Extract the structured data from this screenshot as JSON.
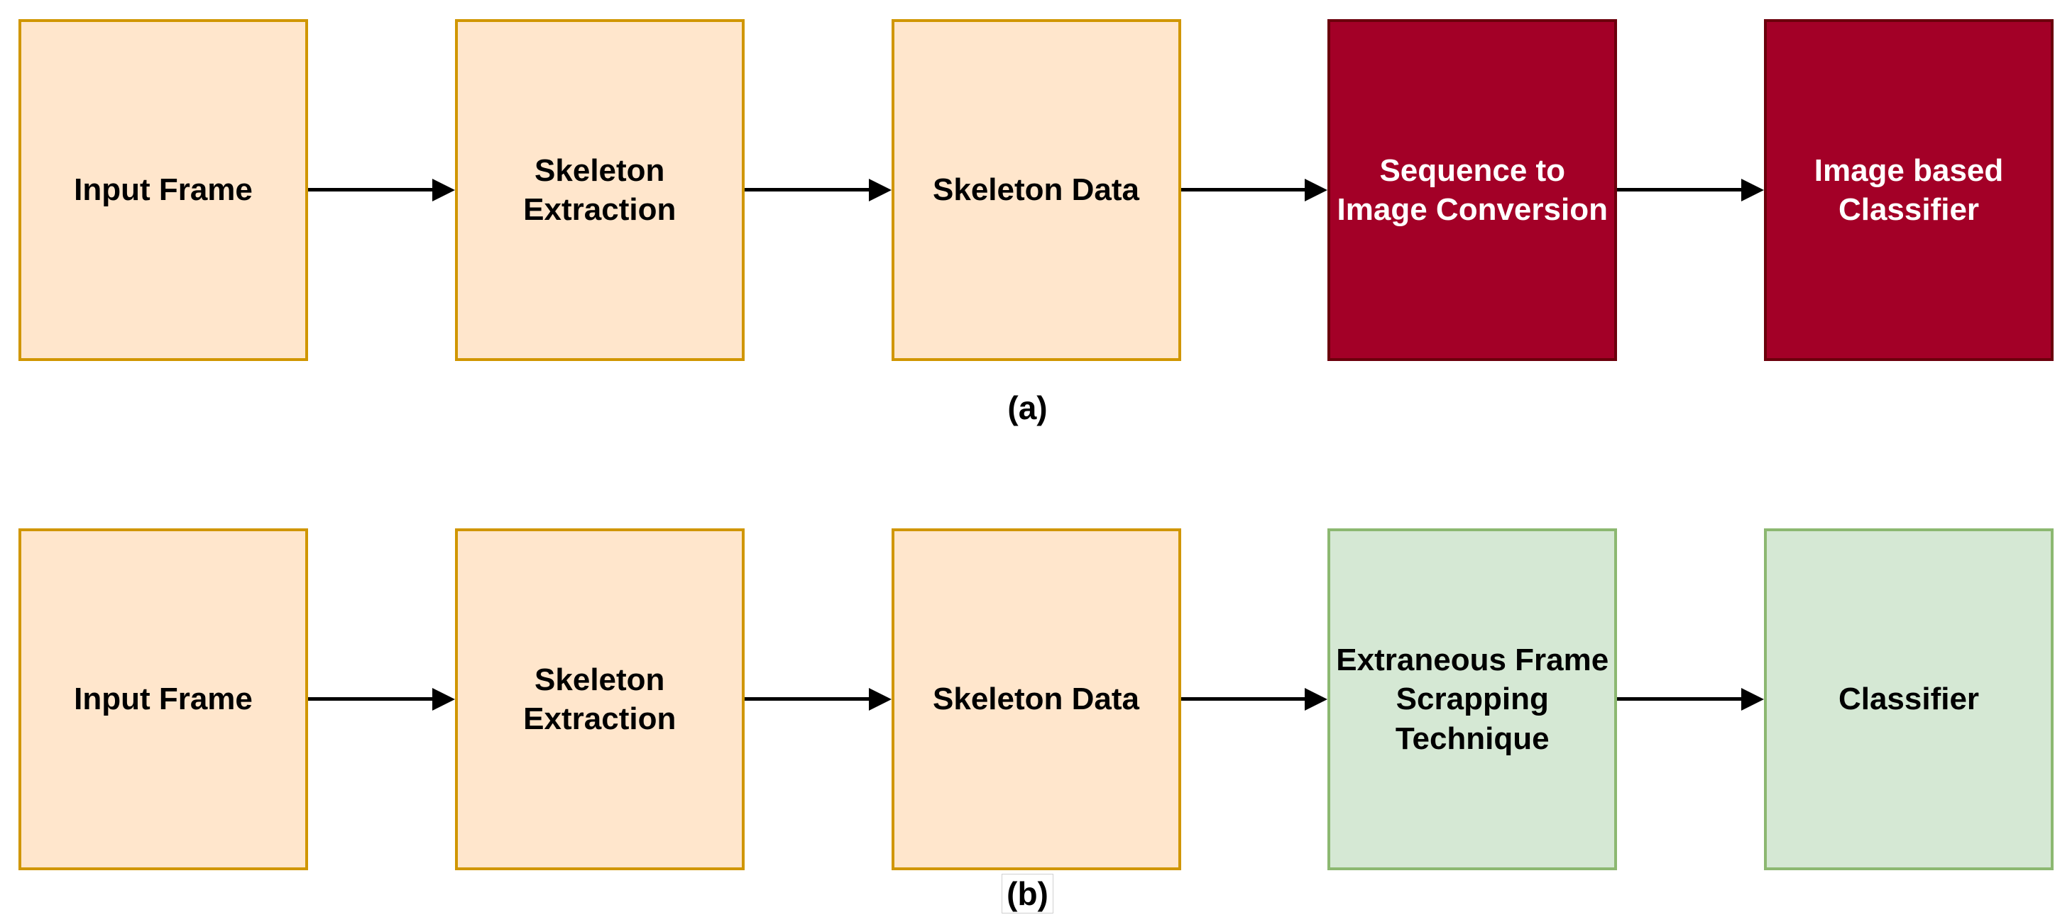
{
  "diagram": {
    "description": "Two flowchart pipelines comparing skeleton-based classification approaches",
    "rows": [
      {
        "caption": "(a)",
        "boxes": [
          {
            "label": "Input Frame",
            "style": "orange"
          },
          {
            "label": "Skeleton\nExtraction",
            "style": "orange"
          },
          {
            "label": "Skeleton Data",
            "style": "orange"
          },
          {
            "label": "Sequence to\nImage Conversion",
            "style": "red"
          },
          {
            "label": "Image based\nClassifier",
            "style": "red"
          }
        ]
      },
      {
        "caption": "(b)",
        "boxes": [
          {
            "label": "Input Frame",
            "style": "orange"
          },
          {
            "label": "Skeleton\nExtraction",
            "style": "orange"
          },
          {
            "label": "Skeleton Data",
            "style": "orange"
          },
          {
            "label": "Extraneous Frame\nScrapping\nTechnique",
            "style": "green"
          },
          {
            "label": "Classifier",
            "style": "green"
          }
        ]
      }
    ],
    "colors": {
      "orange_fill": "#FFE6CC",
      "orange_border": "#D09600",
      "red_fill": "#A30027",
      "red_border": "#6B000C",
      "red_text": "#FFFFFF",
      "green_fill": "#D5E8D4",
      "green_border": "#8CB871",
      "arrow": "#000000",
      "text": "#000000",
      "background": "#FFFFFF"
    }
  }
}
